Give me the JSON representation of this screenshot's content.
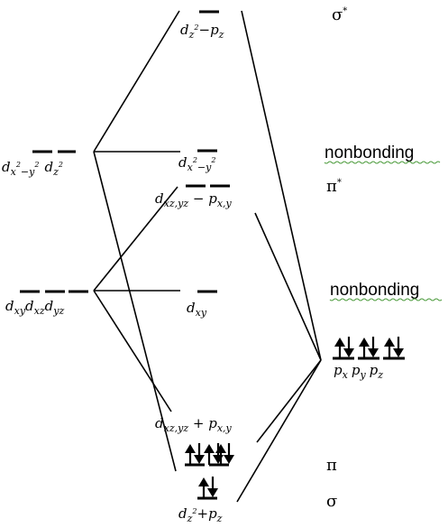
{
  "labels": {
    "sigma_star": "σ",
    "star": "*",
    "nonbonding_upper": "nonbonding",
    "pi_star": "π",
    "nonbonding_lower": "nonbonding",
    "pi": "π",
    "sigma": "σ"
  },
  "metal": {
    "eg": {
      "d1": "d",
      "d1_sub": "x",
      "d1_sup": "2",
      "d1_sub2": "−y",
      "d1_sup2": "2",
      "d2": "d",
      "d2_sub": "z",
      "d2_sup": "2"
    },
    "t2g": {
      "d1": "d",
      "d1_sub": "xy",
      "d2": "d",
      "d2_sub": "xz",
      "d3": "d",
      "d3_sub": "yz"
    }
  },
  "mo": {
    "sigma_star": {
      "d": "d",
      "sub": "z",
      "sup": "2",
      "rest": "−p",
      "rest_sub": "z"
    },
    "nb_upper": {
      "d": "d",
      "sub": "x",
      "sup": "2",
      "sub2": "−y",
      "sup2": "2"
    },
    "pi_star": {
      "d": "d",
      "sub": "xz,yz",
      "rest": " − p",
      "rest_sub": "x,y"
    },
    "nb_lower": {
      "d": "d",
      "sub": "xy"
    },
    "pi": {
      "d": "d",
      "sub": "xz,yz",
      "rest": " + p",
      "rest_sub": "x,y"
    },
    "sigma": {
      "d": "d",
      "sub": "z",
      "sup": "2",
      "rest": "+p",
      "rest_sub": "z"
    }
  },
  "ligand": {
    "p1": "p",
    "p1_sub": "x",
    "p2": "p",
    "p2_sub": "y",
    "p3": "p",
    "p3_sub": "z"
  },
  "electrons": {
    "ligand_p_pairs": 3,
    "pi_pairs": 3,
    "sigma_pairs": 1
  }
}
